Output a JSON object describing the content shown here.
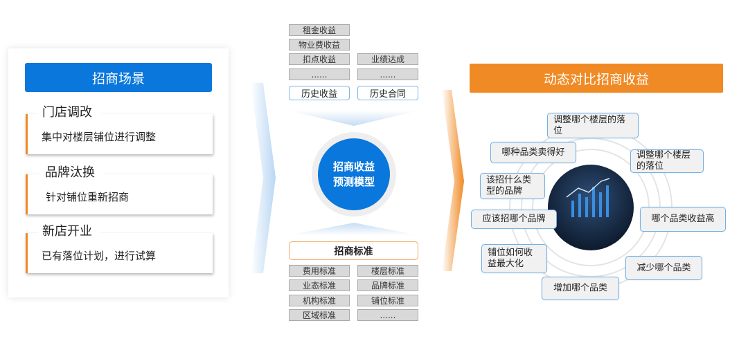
{
  "left": {
    "header": "招商场景",
    "cards": [
      {
        "title": "门店调改",
        "desc": "集中对楼层铺位进行调整"
      },
      {
        "title": "品牌汰换",
        "desc": "针对铺位重新招商"
      },
      {
        "title": "新店开业",
        "desc": "已有落位计划，进行试算"
      }
    ]
  },
  "center": {
    "top_col1": [
      "租金收益",
      "物业费收益",
      "扣点收益",
      "......"
    ],
    "top_col2": [
      "业绩达成",
      "......"
    ],
    "history": [
      "历史收益",
      "历史合同"
    ],
    "model": [
      "招商收益",
      "预测模型"
    ],
    "standard_title": "招商标准",
    "standards": [
      "费用标准",
      "楼层标准",
      "业态标准",
      "品牌标准",
      "机构标准",
      "铺位标准",
      "区域标准",
      "......"
    ]
  },
  "right": {
    "header": "动态对比招商收益",
    "questions": [
      "调整哪个楼层的落位",
      "哪种品类卖得好",
      "调整哪个楼层的落位",
      "该招什么类型的品牌",
      "应该招哪个品牌",
      "哪个品类收益高",
      "铺位如何收益最大化",
      "减少哪个品类",
      "增加哪个品类"
    ]
  },
  "colors": {
    "blue": "#0a77dd",
    "orange": "#f08a24"
  }
}
